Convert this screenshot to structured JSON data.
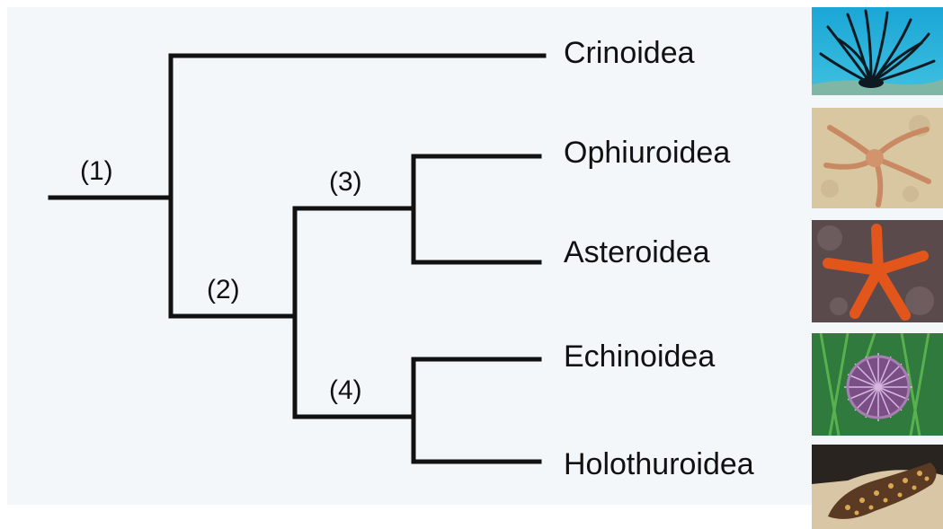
{
  "nodes": {
    "n1": "(1)",
    "n2": "(2)",
    "n3": "(3)",
    "n4": "(4)"
  },
  "taxa": {
    "crinoidea": "Crinoidea",
    "ophiuroidea": "Ophiuroidea",
    "asteroidea": "Asteroidea",
    "echinoidea": "Echinoidea",
    "holothuroidea": "Holothuroidea"
  },
  "photos": {
    "crinoidea": "feather star photo",
    "ophiuroidea": "brittle star photo",
    "asteroidea": "sea star photo",
    "echinoidea": "sea urchin photo",
    "holothuroidea": "sea cucumber photo"
  },
  "colors": {
    "branch": "#111111",
    "background": "#f3f7fa"
  }
}
